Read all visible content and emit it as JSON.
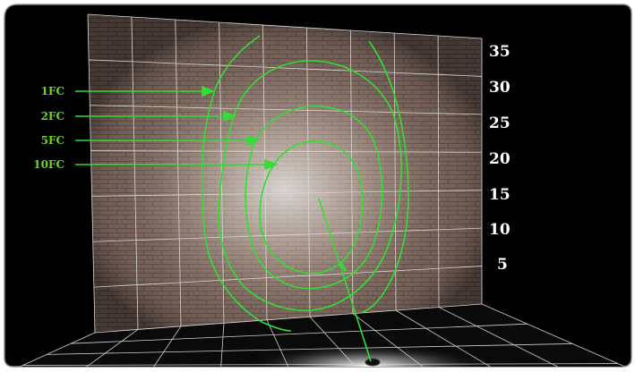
{
  "contour_labels": [
    "1FC",
    "2FC",
    "5FC",
    "10FC"
  ],
  "height_scale": [
    "35",
    "30",
    "25",
    "20",
    "15",
    "10",
    "5"
  ],
  "colors": {
    "contour": "#33dd33",
    "label": "#6cd61a",
    "scale_text": "#ffffff",
    "grid": "#d8d8d8",
    "brick": "#6e5a52",
    "frame": "#000000"
  }
}
